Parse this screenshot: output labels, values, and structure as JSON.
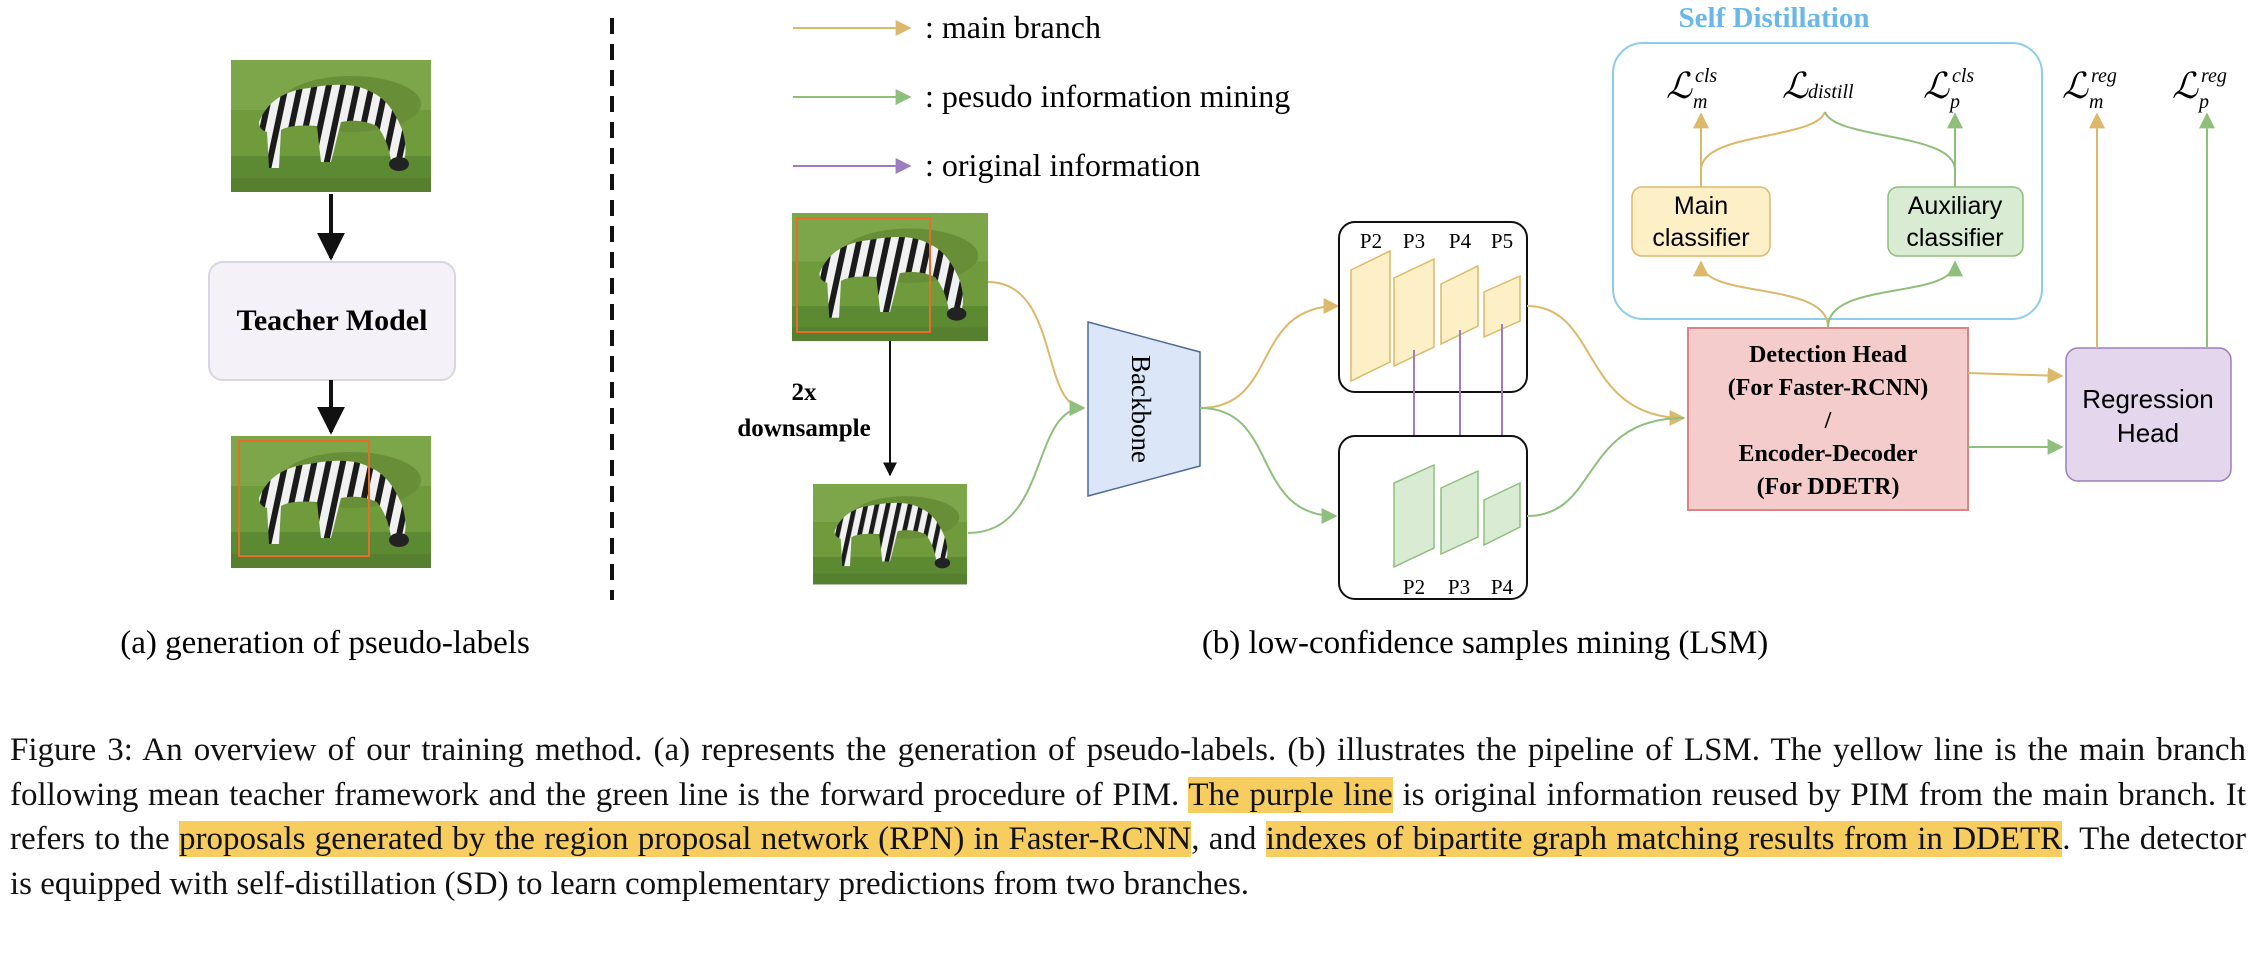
{
  "legend": {
    "main": ": main branch",
    "pim": ": pesudo information mining",
    "orig": ": original information"
  },
  "panel_a": {
    "teacher": "Teacher Model",
    "subcaption": "(a)  generation of pseudo-labels"
  },
  "panel_b": {
    "downsample_1": "2x",
    "downsample_2": "downsample",
    "backbone": "Backbone",
    "fpn_top": [
      "P2",
      "P3",
      "P4",
      "P5"
    ],
    "fpn_bottom": [
      "P2",
      "P3",
      "P4"
    ],
    "self_distillation": "Self Distillation",
    "main_classifier": [
      "Main",
      "classifier"
    ],
    "aux_classifier": [
      "Auxiliary",
      "classifier"
    ],
    "detection_head": [
      "Detection Head",
      "(For Faster-RCNN)",
      "/",
      "Encoder-Decoder",
      "(For DDETR)"
    ],
    "regression_head": [
      "Regression",
      "Head"
    ],
    "subcaption": "(b)  low-confidence samples mining (LSM)"
  },
  "colors": {
    "yellow": "#dcb86a",
    "green": "#8fbf7c",
    "purple": "#9d7dbd",
    "sd_border": "#8ecdea",
    "sd_title": "#6bb7e8",
    "backbone_fill": "#dbe6f8",
    "det_fill": "#f4cccc",
    "det_border": "#d98585",
    "reg_fill": "#e3d6ed",
    "highlight": "#f6cd5e"
  },
  "caption": {
    "p1": "Figure 3: An overview of our training method. (a) represents the generation of pseudo-labels. (b) illustrates the pipeline of LSM. The yellow line is the main branch following mean teacher framework and the green line is the forward procedure of PIM. ",
    "h1": "The purple line",
    "p2": " is original information reused by PIM from the main branch. It refers to the ",
    "h2": "proposals generated by the region proposal network (RPN) in Faster-RCNN",
    "p3": ", and ",
    "h3": "indexes of bipartite graph matching results from in DDETR",
    "p4": ". The detector is equipped with self-distillation (SD) to learn complementary predictions from two branches."
  }
}
